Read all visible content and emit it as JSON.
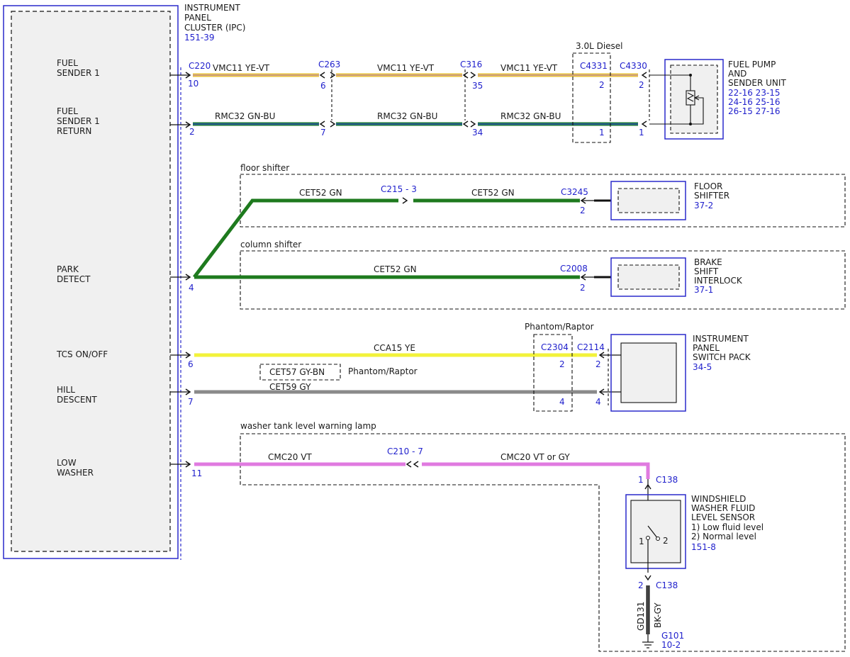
{
  "colors": {
    "ye_vt": "#e8c23a",
    "gn_bu_green": "#1f7a3a",
    "gn_bu_blue": "#2a4fb0",
    "gn": "#1e7a1e",
    "ye": "#f2f23a",
    "gy": "#8a8a8a",
    "vt": "#e07ae0",
    "bk_gy": "#1a1a1a",
    "module_blue": "#2a2acc",
    "ref_blue": "#1f1fcc"
  },
  "ipc": {
    "title_lines": [
      "INSTRUMENT",
      "PANEL",
      "CLUSTER (IPC)"
    ],
    "ref": "151-39",
    "pins": {
      "fuel_sender": [
        "FUEL",
        "SENDER 1"
      ],
      "fuel_return": [
        "FUEL",
        "SENDER 1",
        "RETURN"
      ],
      "park_detect": [
        "PARK",
        "DETECT"
      ],
      "tcs": [
        "TCS ON/OFF"
      ],
      "hill": [
        "HILL",
        "DESCENT"
      ],
      "low_washer": [
        "LOW",
        "WASHER"
      ]
    }
  },
  "fuel_pump": {
    "title_lines": [
      "FUEL PUMP",
      "AND",
      "SENDER UNIT"
    ],
    "refs": [
      "22-16 23-15",
      "24-16 25-16",
      "26-15 27-16"
    ]
  },
  "floor_shifter": {
    "title_lines": [
      "FLOOR",
      "SHIFTER"
    ],
    "ref": "37-2"
  },
  "brake_interlock": {
    "title_lines": [
      "BRAKE",
      "SHIFT",
      "INTERLOCK"
    ],
    "ref": "37-1"
  },
  "switch_pack": {
    "title_lines": [
      "INSTRUMENT",
      "PANEL",
      "SWITCH PACK"
    ],
    "ref": "34-5"
  },
  "washer_sensor": {
    "title_lines": [
      "WINDSHIELD",
      "WASHER FLUID",
      "LEVEL SENSOR",
      "1) Low fluid level",
      "2) Normal level"
    ],
    "ref": "151-8",
    "pin1": "1",
    "pin2": "2"
  },
  "ground": {
    "name": "G101",
    "ref": "10-2"
  },
  "groups": {
    "diesel": "3.0L Diesel",
    "floor": "floor shifter",
    "column": "column shifter",
    "phantom": "Phantom/Raptor",
    "washer": "washer tank level warning lamp"
  },
  "connectors": {
    "c220": "C220",
    "c263": "C263",
    "c316": "C316",
    "c4331": "C4331",
    "c4330": "C4330",
    "c215": "C215 - 3",
    "c3245": "C3245",
    "c2008": "C2008",
    "c2304": "C2304",
    "c2114": "C2114",
    "c210": "C210 - 7",
    "c138": "C138"
  },
  "pins": {
    "p10": "10",
    "p6": "6",
    "p35": "35",
    "p2": "2",
    "p1": "1",
    "p7": "7",
    "p34": "34",
    "p4": "4",
    "p11": "11"
  },
  "wires": {
    "vmc11": "VMC11  YE-VT",
    "rmc32": "RMC32  GN-BU",
    "cet52": "CET52   GN",
    "cca15": "CCA15   YE",
    "cet57": "CET57   GY-BN",
    "cet59": "CET59   GY",
    "cmc20": "CMC20    VT",
    "cmc20b": "CMC20   VT   or  GY",
    "gd131": "GD131",
    "bkgy": "BK-GY"
  }
}
